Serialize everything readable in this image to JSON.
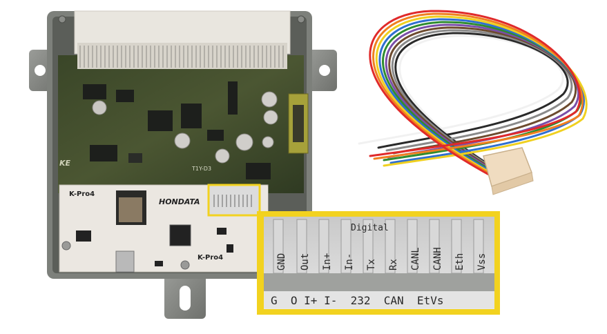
{
  "board": {
    "model_top": "K-Pro4",
    "model_bottom": "K-Pro4",
    "brand": "HONDATA",
    "pcb_code": "T1Y-D3",
    "brand_fragment": "KE"
  },
  "zoom_inset": {
    "group_label": "Digital",
    "pins": [
      "GND",
      "Out",
      "In+",
      "In-",
      "Tx",
      "Rx",
      "CANL",
      "CANH",
      "Eth",
      "Vss"
    ],
    "bottom_legend": "G  O I+ I-  232  CAN  EtVs"
  },
  "colors": {
    "highlight": "#f2d21f",
    "pcb": "#3e4a2c",
    "shield": "#ebe7e1",
    "connector": "#e9e6df"
  },
  "harness_wire_colors": [
    "#f1f1f1",
    "#2a2a2a",
    "#8a8a8a",
    "#6d4b2f",
    "#7a4ea8",
    "#2f8c2f",
    "#2f6fd0",
    "#f0d020",
    "#f08020",
    "#e02a2a"
  ]
}
